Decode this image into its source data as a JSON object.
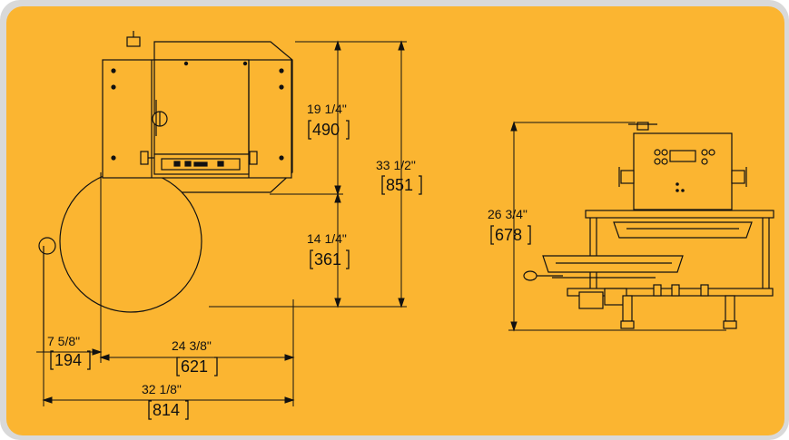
{
  "colors": {
    "background": "#fbb531",
    "frame": "#d9d9d9",
    "line": "#111111"
  },
  "dimensions": {
    "top_height": {
      "imperial": "19 1/4\"",
      "metric": "490"
    },
    "bottom_height": {
      "imperial": "14 1/4\"",
      "metric": "361"
    },
    "total_depth": {
      "imperial": "33 1/2\"",
      "metric": "851"
    },
    "side_height": {
      "imperial": "26 3/4\"",
      "metric": "678"
    },
    "offset_left": {
      "imperial": "7 5/8\"",
      "metric": "194"
    },
    "body_width": {
      "imperial": "24 3/8\"",
      "metric": "621"
    },
    "total_width": {
      "imperial": "32 1/8\"",
      "metric": "814"
    }
  }
}
